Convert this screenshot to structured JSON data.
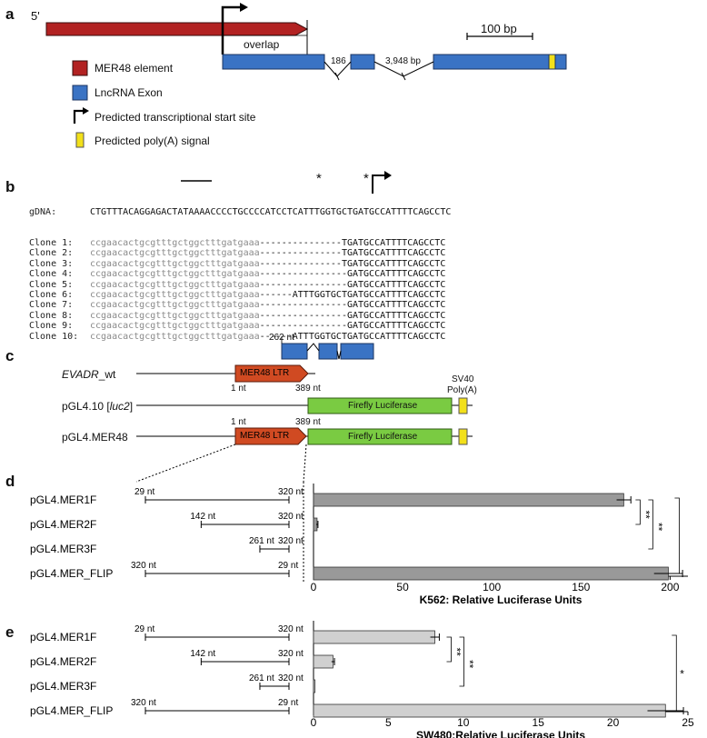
{
  "panel_labels": [
    "a",
    "b",
    "c",
    "d",
    "e"
  ],
  "panel_a": {
    "five_prime": "5'",
    "overlap": "overlap",
    "scale_bar": "100 bp",
    "intron1": "186",
    "intron2": "3,948 bp",
    "legend": [
      {
        "label": "MER48 element",
        "color": "#b22222",
        "icon": "red-box"
      },
      {
        "label": "LncRNA Exon",
        "color": "#3a73c4",
        "icon": "blue-box"
      },
      {
        "label": "Predicted transcriptional start site",
        "icon": "tss-arrow"
      },
      {
        "label": "Predicted poly(A) signal",
        "color": "#f2e01a",
        "icon": "yellow-box"
      }
    ]
  },
  "panel_b": {
    "gdna_label": "gDNA:",
    "gdna_seq": "CTGTTTACAGGAGACTATAAAACCCCTGCCCCATCCTCATTTGGTGCTGATGCCATTTTCAGCCTC",
    "clones": [
      {
        "label": "Clone 1:",
        "vector": "ccgaacactgcgtttgctggctttgatgaaa",
        "gap": "---------------",
        "tail": "TGATGCCATTTTCAGCCTC"
      },
      {
        "label": "Clone 2:",
        "vector": "ccgaacactgcgtttgctggctttgatgaaa",
        "gap": "---------------",
        "tail": "TGATGCCATTTTCAGCCTC"
      },
      {
        "label": "Clone 3:",
        "vector": "ccgaacactgcgtttgctggctttgatgaaa",
        "gap": "---------------",
        "tail": "TGATGCCATTTTCAGCCTC"
      },
      {
        "label": "Clone 4:",
        "vector": "ccgaacactgcgtttgctggctttgatgaaa",
        "gap": "----------------",
        "tail": "GATGCCATTTTCAGCCTC"
      },
      {
        "label": "Clone 5:",
        "vector": "ccgaacactgcgtttgctggctttgatgaaa",
        "gap": "----------------",
        "tail": "GATGCCATTTTCAGCCTC"
      },
      {
        "label": "Clone 6:",
        "vector": "ccgaacactgcgtttgctggctttgatgaaa",
        "gap": "------",
        "tail": "ATTTGGTGCTGATGCCATTTTCAGCCTC"
      },
      {
        "label": "Clone 7:",
        "vector": "ccgaacactgcgtttgctggctttgatgaaa",
        "gap": "----------------",
        "tail": "GATGCCATTTTCAGCCTC"
      },
      {
        "label": "Clone 8:",
        "vector": "ccgaacactgcgtttgctggctttgatgaaa",
        "gap": "----------------",
        "tail": "GATGCCATTTTCAGCCTC"
      },
      {
        "label": "Clone 9:",
        "vector": "ccgaacactgcgtttgctggctttgatgaaa",
        "gap": "----------------",
        "tail": "GATGCCATTTTCAGCCTC"
      },
      {
        "label": "Clone 10:",
        "vector": "ccgaacactgcgtttgctggctttgatgaaa",
        "gap": "------",
        "tail": "ATTTGGTGCTGATGCCATTTTCAGCCTC"
      }
    ],
    "asterisk": "*"
  },
  "panel_c": {
    "constructs": [
      {
        "name_italic": "EVADR",
        "name_rest": "_wt"
      },
      {
        "name": "pGL4.10 [",
        "name_italic": "luc2",
        "name_rest": "]"
      },
      {
        "name": "pGL4.MER48"
      }
    ],
    "mer48_ltr": "MER48 LTR",
    "firefly": "Firefly Luciferase",
    "sv40": "SV40",
    "polya": "Poly(A)",
    "nt262": "262 nt",
    "nt1": "1 nt",
    "nt389": "389 nt"
  },
  "chart_data": [
    {
      "type": "bar",
      "title": "",
      "xlabel": "K562: Relative Luciferase Units",
      "categories": [
        "pGL4.MER1F",
        "pGL4.MER2F",
        "pGL4.MER3F",
        "pGL4.MER_FLIP"
      ],
      "values": [
        174,
        2,
        0,
        199
      ],
      "errors": [
        4,
        0.5,
        0,
        8
      ],
      "xlim": [
        0,
        210
      ],
      "xticks": [
        "0",
        "50",
        "100",
        "150",
        "200"
      ],
      "fragments": [
        [
          "29 nt",
          "320 nt"
        ],
        [
          "142 nt",
          "320 nt"
        ],
        [
          "261 nt",
          "320 nt"
        ],
        [
          "320 nt",
          "29 nt"
        ]
      ],
      "significance": [
        "**",
        "**"
      ],
      "bar_color": "#999999"
    },
    {
      "type": "bar",
      "title": "",
      "xlabel": "SW480:Relative Luciferase Units",
      "categories": [
        "pGL4.MER1F",
        "pGL4.MER2F",
        "pGL4.MER3F",
        "pGL4.MER_FLIP"
      ],
      "values": [
        8.1,
        1.3,
        0.1,
        23.5
      ],
      "errors": [
        0.3,
        0.1,
        0,
        1.2
      ],
      "xlim": [
        0,
        25
      ],
      "xticks": [
        "0",
        "5",
        "10",
        "15",
        "20",
        "25"
      ],
      "fragments": [
        [
          "29 nt",
          "320 nt"
        ],
        [
          "142 nt",
          "320 nt"
        ],
        [
          "261 nt",
          "320 nt"
        ],
        [
          "320 nt",
          "29 nt"
        ]
      ],
      "significance": [
        "**",
        "**",
        "*"
      ],
      "bar_color": "#d0d0d0"
    }
  ]
}
